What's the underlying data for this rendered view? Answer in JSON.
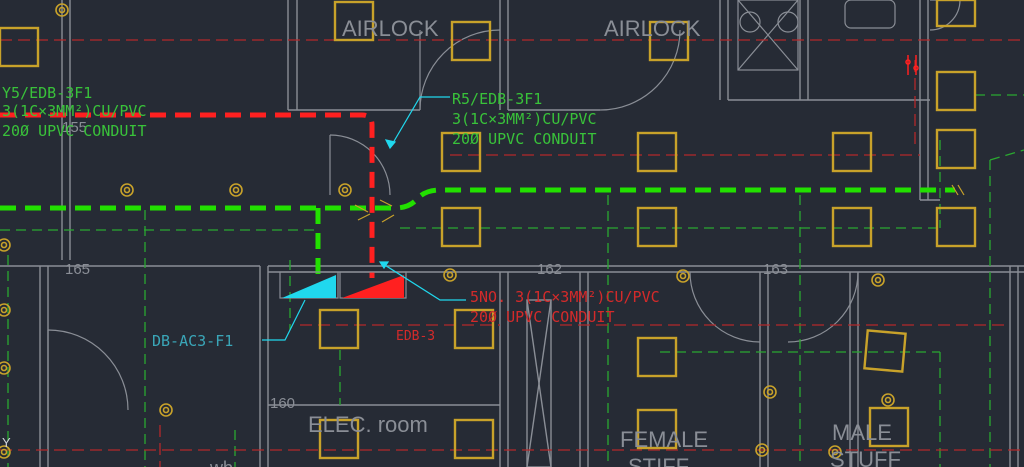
{
  "colors": {
    "background": "#262b35",
    "wall": "#8a8e96",
    "fixture": "#c8a22a",
    "green_text": "#39c23a",
    "green_conduit": "#22e000",
    "red_conduit": "#ff2020",
    "red_text": "#d42a2a",
    "cyan": "#20d8ee",
    "teal_text": "#3aa6b8",
    "dashed_green": "#2aa830",
    "dashed_red": "#b3282a"
  },
  "rooms": {
    "airlock_left": "AIRLOCK",
    "airlock_right": "AIRLOCK",
    "room_165": "165",
    "room_162": "162",
    "room_163": "163",
    "room_160": "160",
    "elec_room": "ELEC. room",
    "female": "FEMALE",
    "male": "MALE",
    "male_2": "STUFF",
    "partial_left": "155",
    "bottom_partial": "wb",
    "bottom_female_2": "STIFF"
  },
  "annotations": {
    "y5_line1": "Y5/EDB-3F1",
    "y5_line2": "3(1C×3MM²)CU/PVC",
    "y5_line3": "20Ø UPVC CONDUIT",
    "r5_line1": "R5/EDB-3F1",
    "r5_line2": "3(1C×3MM²)CU/PVC",
    "r5_line3": "20Ø UPVC CONDUIT",
    "sno_line1": "5NO. 3(1C×3MM²)CU/PVC",
    "sno_line2": "20Ø UPVC CONDUIT",
    "db_label": "DB-AC3-F1",
    "edb_label": "EDB-3",
    "side_y": "Y"
  }
}
